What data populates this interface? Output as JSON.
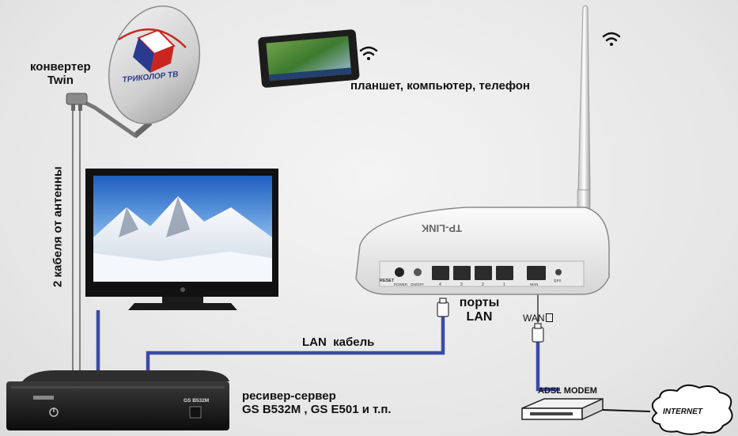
{
  "labels": {
    "converter_line1": "конвертер",
    "converter_line2": "Twin",
    "dish_brand": "ТРИКОЛОР ТВ",
    "devices": "планшет, компьютер, телефон",
    "cables_from_antenna": "2 кабеля от антенны",
    "ports_line1": "порты",
    "ports_line2": "LAN",
    "wan": "WAN",
    "lan_cable": "LAN  кабель",
    "receiver_line1": "ресивер-сервер",
    "receiver_line2": "GS B532M , GS E501 и т.п.",
    "adsl_modem": "ADSL MODEM",
    "internet": "INTERNET",
    "router_brand": "TP-LINK",
    "receiver_model": "GS B532M",
    "router_port_reset": "RESET",
    "router_port_power": "POWER",
    "router_port_onoff": "ON/OFF",
    "router_port_wan": "WAN",
    "router_port_wps": "QSS",
    "router_ports": [
      "4",
      "3",
      "2",
      "1"
    ]
  },
  "colors": {
    "cable_blue": "#3b4aa8",
    "dish_red": "#c8261e",
    "dish_blue": "#2a3b8f"
  }
}
